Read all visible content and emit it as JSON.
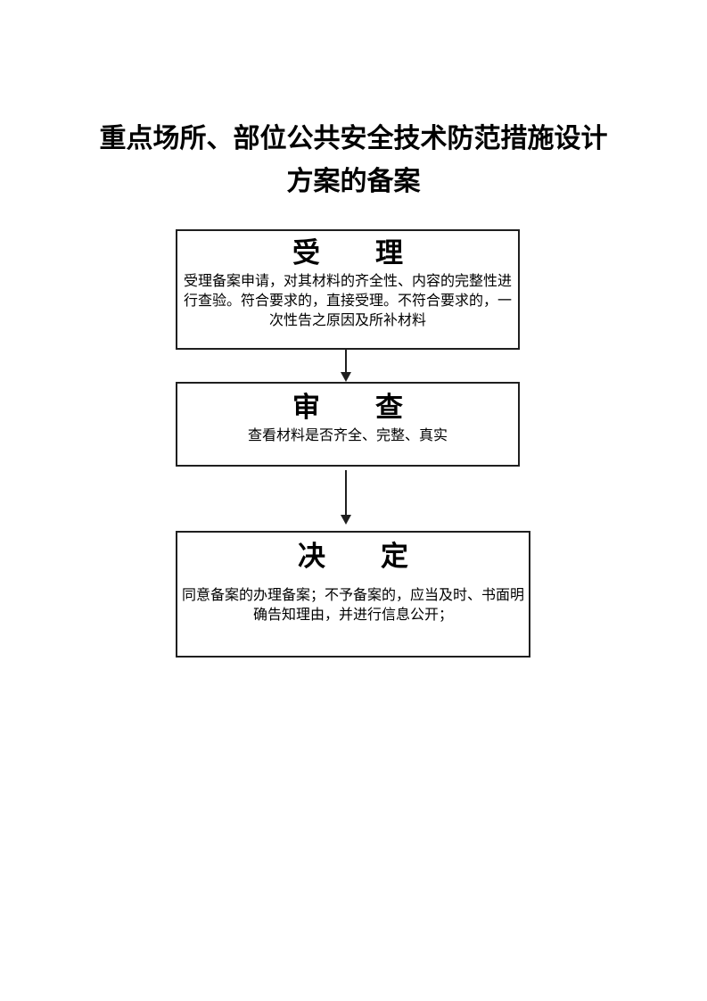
{
  "page": {
    "title": "重点场所、部位公共安全技术防范措施设计\n方案的备案",
    "background_color": "#ffffff",
    "text_color": "#000000",
    "border_color": "#1f1f1f"
  },
  "flowchart": {
    "steps": [
      {
        "id": "accept",
        "header": "受　　理",
        "body": "受理备案申请，对其材料的齐全性、内容的完整性进\n行查验。符合要求的，直接受理。不符合要求的，一\n次性告之原因及所补材料"
      },
      {
        "id": "review",
        "header": "审　　查",
        "body": "查看材料是否齐全、完整、真实"
      },
      {
        "id": "decide",
        "header": "决　　定",
        "body": "同意备案的办理备案；不予备案的，应当及时、书面明\n确告知理由，并进行信息公开；"
      }
    ],
    "connectors": [
      {
        "from": "accept",
        "to": "review",
        "type": "down-arrow"
      },
      {
        "from": "review",
        "to": "decide",
        "type": "down-arrow"
      }
    ]
  }
}
